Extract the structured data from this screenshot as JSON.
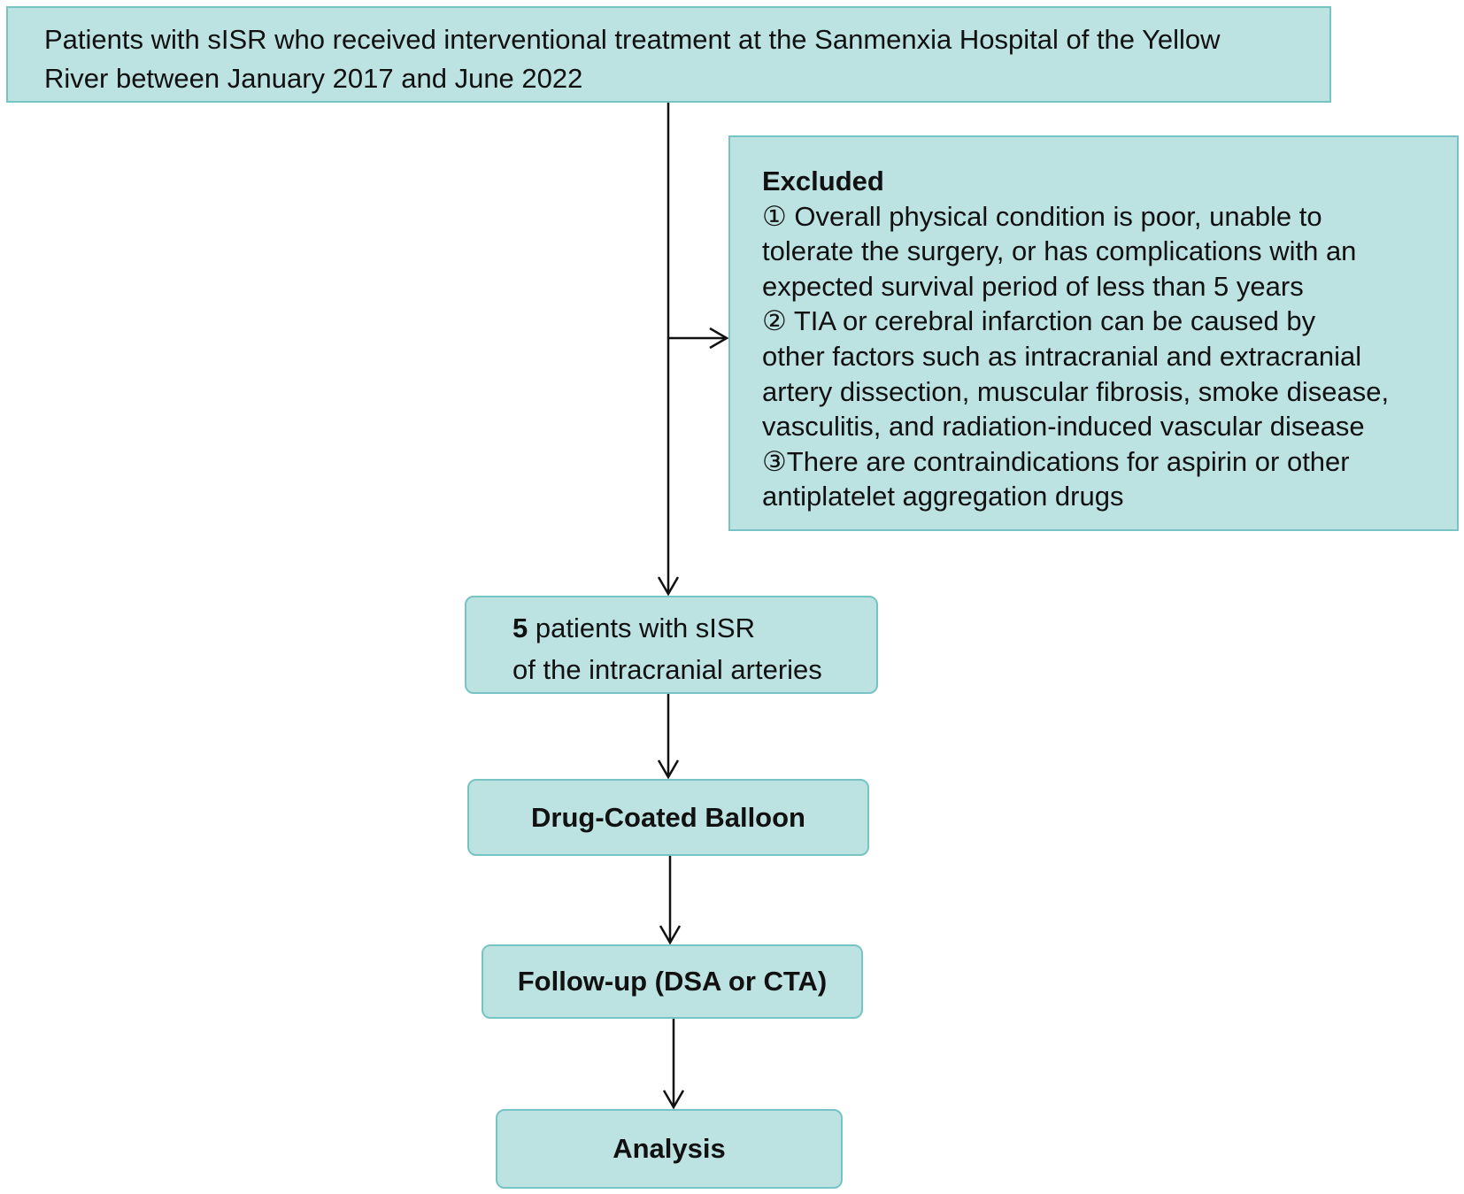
{
  "top_box": {
    "line1": "Patients with sISR who received interventional treatment at the Sanmenxia Hospital of the Yellow",
    "line2": "River between January 2017 and June 2022"
  },
  "excluded_box": {
    "title": "Excluded",
    "lines": [
      "① Overall physical condition is poor, unable to",
      "tolerate the surgery, or has complications with an",
      "expected survival period of less than 5 years",
      "② TIA or cerebral infarction can be caused by",
      "other factors such as intracranial and extracranial",
      "artery dissection, muscular fibrosis, smoke disease,",
      "vasculitis, and radiation-induced vascular disease",
      "③There are contraindications for aspirin or other",
      "antiplatelet aggregation drugs"
    ]
  },
  "patients_box": {
    "count": "5",
    "line1_rest": " patients with sISR",
    "line2": "of the intracranial arteries"
  },
  "dcb_box": {
    "label": "Drug-Coated Balloon"
  },
  "followup_box": {
    "label": "Follow-up (DSA or CTA)"
  },
  "analysis_box": {
    "label": "Analysis"
  },
  "colors": {
    "box_fill": "#bde2e2",
    "box_border": "#78c3c3",
    "line": "#111111"
  }
}
